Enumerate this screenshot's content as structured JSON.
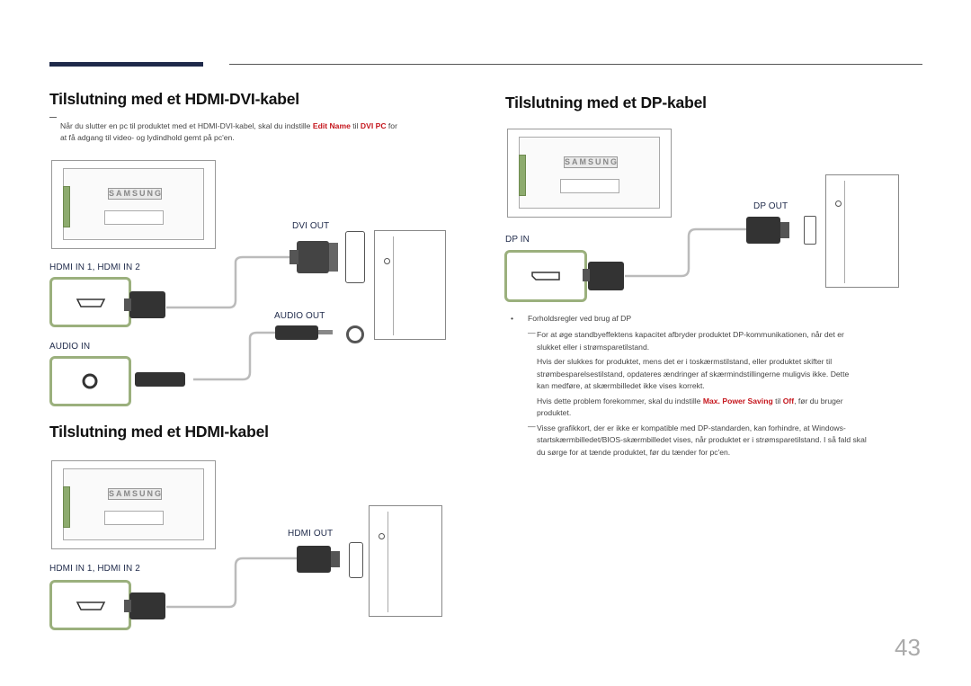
{
  "headings": {
    "hdmi_dvi": "Tilslutning med et HDMI-DVI-kabel",
    "dp": "Tilslutning med et DP-kabel",
    "hdmi": "Tilslutning med et HDMI-kabel"
  },
  "note_hdmi_dvi": {
    "part1": "Når du slutter en pc til produktet med et HDMI-DVI-kabel, skal du indstille ",
    "edit_name": "Edit Name",
    "til": " til ",
    "dvi_pc": "DVI PC",
    "part2": " for",
    "line2": "at få adgang til video- og lydindhold gemt på pc'en."
  },
  "labels": {
    "dvi_out": "DVI OUT",
    "hdmi_in_1": "HDMI IN 1, HDMI IN 2",
    "audio_out": "AUDIO OUT",
    "audio_in": "AUDIO IN",
    "dp_out": "DP OUT",
    "dp_in": "DP IN",
    "hdmi_out": "HDMI OUT",
    "hdmi_in_2": "HDMI IN 1, HDMI IN 2"
  },
  "monitor_brand": "SAMSUNG",
  "dp_notes": {
    "bullet": "Forholdsregler ved brug af DP",
    "p1_line1": "For at øge standbyeffektens kapacitet afbryder produktet DP-kommunikationen, når det er",
    "p1_line2": "slukket eller i strømsparetilstand.",
    "p2_line1": "Hvis der slukkes for produktet, mens det er i toskærmstilstand, eller produktet skifter til",
    "p2_line2": "strømbesparelsestilstand, opdateres ændringer af skærmindstillingerne muligvis ikke. Dette",
    "p2_line3": "kan medføre, at skærmbilledet ikke vises korrekt.",
    "p3_pre": "Hvis dette problem forekommer, skal du indstille ",
    "max_power": "Max. Power Saving",
    "p3_til": " til ",
    "off": "Off",
    "p3_post": ", før du bruger",
    "p3_line2": "produktet.",
    "p4_line1": "Visse grafikkort, der er ikke er kompatible med DP-standarden, kan forhindre, at Windows-",
    "p4_line2": "startskærmbilledet/BIOS-skærmbilledet vises, når produktet er i strømsparetilstand. I så fald skal",
    "p4_line3": "du sørge for at tænde produktet, før du tænder for pc'en."
  },
  "page_number": "43",
  "colors": {
    "accent_navy": "#1f2a4a",
    "highlight_red": "#c5161d",
    "port_border_green": "#9bb07d"
  }
}
